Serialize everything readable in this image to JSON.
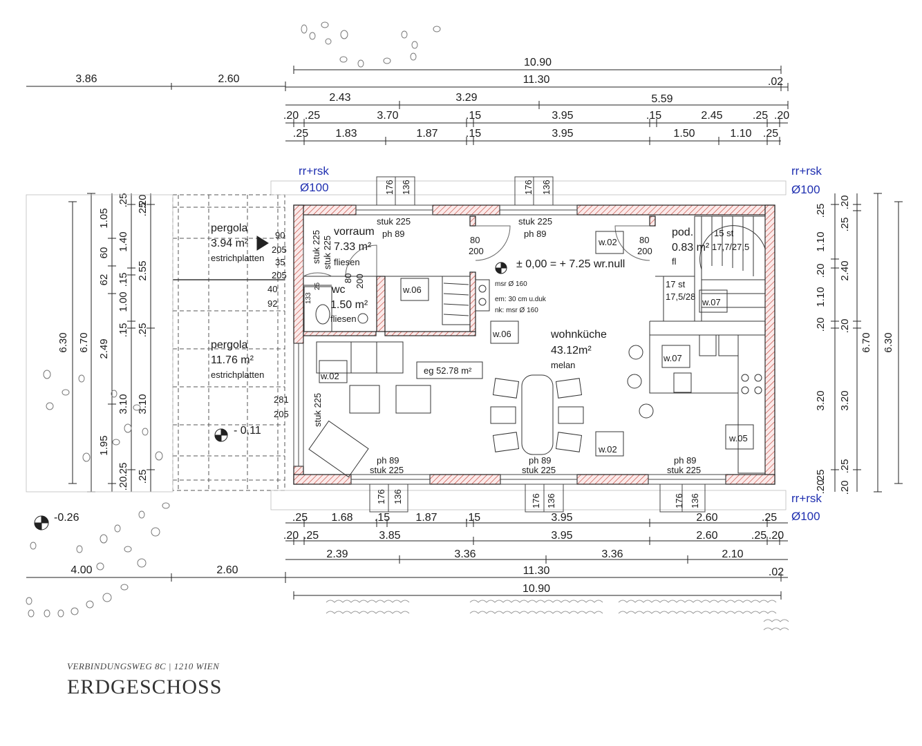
{
  "caption": {
    "address": "VERBINDUNGSWEG 8C | 1210 WIEN",
    "title": "ERDGESCHOSS"
  },
  "colors": {
    "dimension_line": "#222222",
    "wall_hatch": "#c0392b",
    "blue_label": "#1f2fb0"
  },
  "top_dims": {
    "left": [
      "3.86",
      "2.60"
    ],
    "row1": "10.90",
    "row2": "11.30",
    "row2_end": ".02",
    "row3": [
      "2.43",
      "3.29",
      "5.59"
    ],
    "row4": [
      ".20",
      ".25",
      "3.70",
      ".15",
      "3.95",
      ".15",
      "2.45",
      ".25",
      ".20"
    ],
    "row5": [
      ".25",
      "1.83",
      "1.87",
      ".15",
      "3.95",
      "1.50",
      "1.10",
      ".25"
    ]
  },
  "bottom_dims": {
    "row1": [
      ".25",
      "1.68",
      ".15",
      "1.87",
      ".15",
      "3.95",
      "2.60",
      ".25"
    ],
    "row2": [
      ".20",
      ".25",
      "3.85",
      "3.95",
      "2.60",
      ".25",
      ".20"
    ],
    "row3": [
      "2.39",
      "3.36",
      "3.36",
      "2.10"
    ],
    "left": [
      "4.00",
      "2.60"
    ],
    "row4": "11.30",
    "row4_end": ".02",
    "row5": "10.90"
  },
  "left_dims": {
    "outer": [
      "6.30",
      "6.70"
    ],
    "col1": [
      "1.05",
      "60",
      "62",
      "2.49",
      "1.95",
      ".20"
    ],
    "col2": [
      ".25",
      "1.40",
      ".15",
      "1.00",
      ".15",
      "3.10",
      ".25"
    ],
    "col3": [
      ".20",
      "2.55",
      "3.10"
    ],
    "col4": [
      ".25",
      ".25",
      ".25"
    ]
  },
  "right_dims": {
    "col1": [
      ".25",
      "1.10",
      ".20",
      "1.10",
      ".20",
      "3.20",
      ".25",
      ".20"
    ],
    "col2": [
      ".20",
      ".25",
      "2.40",
      ".20",
      "3.20",
      ".25",
      ".20"
    ],
    "outer": [
      "6.70",
      "6.30"
    ]
  },
  "labels": {
    "rr_top_left": "rr+rsk",
    "dia_top_left": "Ø100",
    "rr_top_right": "rr+rsk",
    "dia_top_right": "Ø100",
    "rr_bottom_right": "rr+rsk",
    "dia_bottom_right": "Ø100",
    "level_main": "± 0,00 = + 7.25 wr.null",
    "level_pergola": "- 0,11",
    "level_outside": "-0.26",
    "eg_area": "eg 52.78 m²"
  },
  "rooms": {
    "pergola1": {
      "name": "pergola",
      "area": "3.94 m²",
      "floor": "estrichplatten"
    },
    "pergola2": {
      "name": "pergola",
      "area": "11.76 m²",
      "floor": "estrichplatten"
    },
    "vorraum": {
      "name": "vorraum",
      "area": "7.33 m²",
      "floor": "fliesen"
    },
    "wc": {
      "name": "wc",
      "area": "1.50 m²",
      "floor": "fliesen"
    },
    "wohnkueche": {
      "name": "wohnküche",
      "area": "43.12m²",
      "floor": "melan"
    },
    "pod": {
      "name": "pod.",
      "area": "0.83 m²",
      "floor": "fl"
    }
  },
  "annotations": {
    "stuk225": "stuk 225",
    "ph89": "ph 89",
    "w02": "w.02",
    "w05": "w.05",
    "w06": "w.06",
    "w07": "w.07",
    "d80": "80",
    "d200": "200",
    "d176": "176",
    "d136": "136",
    "d90": "90",
    "d205": "205",
    "d35": "35",
    "d40": "40",
    "d92": "92",
    "d281": "281",
    "d133": "133",
    "d25": "25",
    "stairs1": "15 st",
    "stairs1b": "17,7/27,5",
    "stairs2": "17 st",
    "stairs2b": "17,5/28",
    "msr160": "msr Ø 160",
    "em30": "em: 30 cm u.duk",
    "nk160": "nk: msr Ø 160"
  }
}
